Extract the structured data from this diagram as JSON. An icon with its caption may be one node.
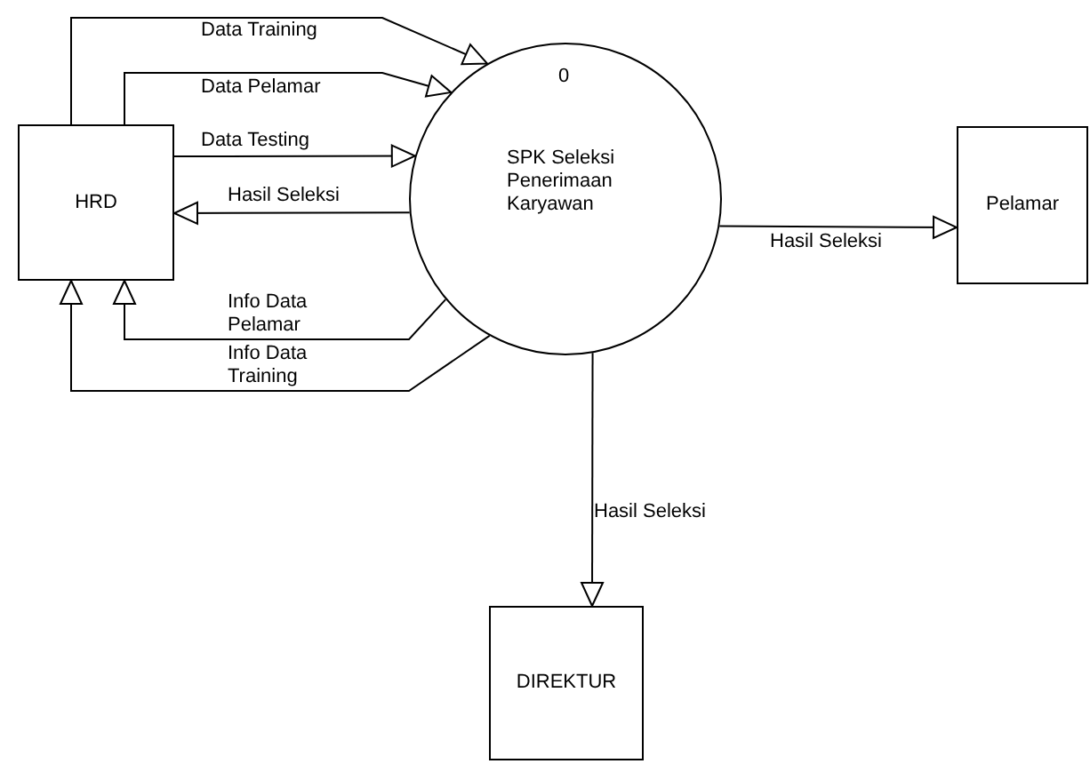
{
  "diagram": {
    "nodes": [
      {
        "text": [
          "HRD"
        ]
      },
      {
        "text": [
          "0",
          "SPK Seleksi Penerimaan Karyawan"
        ]
      },
      {
        "text": [
          "Pelamar"
        ]
      },
      {
        "text": [
          "DIREKTUR"
        ]
      }
    ],
    "edges": [
      {
        "from": 0,
        "to": 1,
        "arrow": "to",
        "label": "Data Training"
      },
      {
        "from": 0,
        "to": 1,
        "arrow": "to",
        "label": "Data Pelamar"
      },
      {
        "from": 0,
        "to": 1,
        "arrow": "to",
        "label": "Data Testing"
      },
      {
        "from": 1,
        "to": 0,
        "arrow": "to",
        "label": "Hasil Seleksi"
      },
      {
        "from": 1,
        "to": 0,
        "arrow": "to",
        "label": "Info Data Pelamar"
      },
      {
        "from": 1,
        "to": 0,
        "arrow": "to",
        "label": "Info Data Training"
      },
      {
        "from": 1,
        "to": 2,
        "arrow": "to",
        "label": "Hasil Seleksi"
      },
      {
        "from": 1,
        "to": 3,
        "arrow": "to",
        "label": "Hasil Seleksi"
      }
    ]
  }
}
